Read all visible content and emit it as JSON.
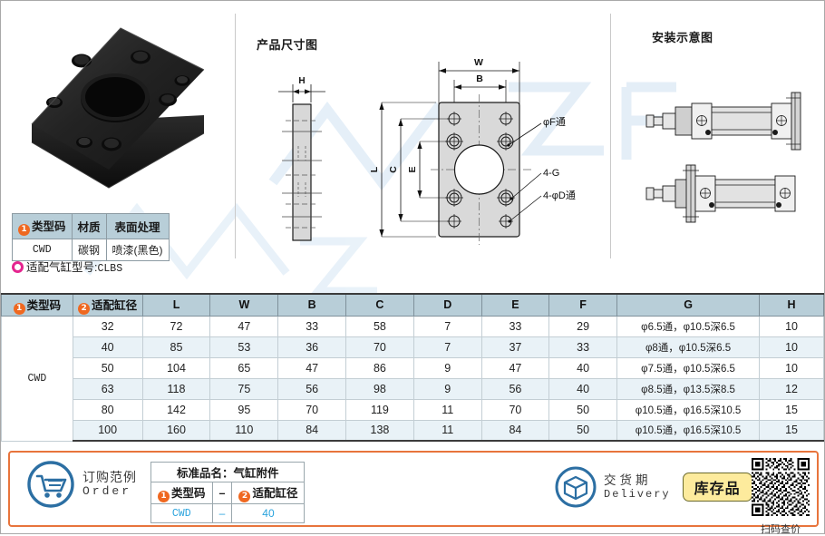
{
  "sections": {
    "dimension_drawing_title": "产品尺寸图",
    "installation_title": "安装示意图"
  },
  "product_photo": {
    "alt": "black flange mounting plate"
  },
  "drawing_labels": {
    "side_view": {
      "H": "H"
    },
    "front_view": {
      "W": "W",
      "B": "B",
      "L": "L",
      "C": "C",
      "E": "E"
    },
    "callouts": {
      "f_through": "φF通",
      "four_g": "4-G",
      "four_d_through": "4-φD通"
    }
  },
  "info_table": {
    "headers": [
      "类型码",
      "材质",
      "表面处理"
    ],
    "row": {
      "type_code": "CWD",
      "material": "碳钢",
      "surface": "喷漆(黑色)"
    },
    "badge_number": "1"
  },
  "fit_note": {
    "label": "适配气缸型号",
    "separator": ":",
    "value": "CLBS"
  },
  "spec_table": {
    "headers": [
      "类型码",
      "适配缸径",
      "L",
      "W",
      "B",
      "C",
      "D",
      "E",
      "F",
      "G",
      "H"
    ],
    "badge_numbers": {
      "type_code": "1",
      "bore": "2"
    },
    "type_code": "CWD",
    "rows": [
      {
        "bore": "32",
        "L": "72",
        "W": "47",
        "B": "33",
        "C": "58",
        "D": "7",
        "E": "33",
        "F": "29",
        "G": "φ6.5通，φ10.5深6.5",
        "H": "10"
      },
      {
        "bore": "40",
        "L": "85",
        "W": "53",
        "B": "36",
        "C": "70",
        "D": "7",
        "E": "37",
        "F": "33",
        "G": "φ8通，φ10.5深6.5",
        "H": "10"
      },
      {
        "bore": "50",
        "L": "104",
        "W": "65",
        "B": "47",
        "C": "86",
        "D": "9",
        "E": "47",
        "F": "40",
        "G": "φ7.5通，φ10.5深6.5",
        "H": "10"
      },
      {
        "bore": "63",
        "L": "118",
        "W": "75",
        "B": "56",
        "C": "98",
        "D": "9",
        "E": "56",
        "F": "40",
        "G": "φ8.5通，φ13.5深8.5",
        "H": "12"
      },
      {
        "bore": "80",
        "L": "142",
        "W": "95",
        "B": "70",
        "C": "119",
        "D": "11",
        "E": "70",
        "F": "50",
        "G": "φ10.5通，φ16.5深10.5",
        "H": "15"
      },
      {
        "bore": "100",
        "L": "160",
        "W": "110",
        "B": "84",
        "C": "138",
        "D": "11",
        "E": "84",
        "F": "50",
        "G": "φ10.5通，φ16.5深10.5",
        "H": "15"
      }
    ]
  },
  "order_panel": {
    "order_cn": "订购范例",
    "order_en": "Order",
    "std_name_label": "标准品名：气缸附件",
    "col1_label": "类型码",
    "col2_label": "适配缸径",
    "col1_badge": "1",
    "col2_badge": "2",
    "separator": "–",
    "example_type_code": "CWD",
    "example_bore": "40",
    "delivery_cn": "交货期",
    "delivery_en": "Delivery",
    "stock_status": "库存品",
    "qr_caption": "扫码查价"
  },
  "colors": {
    "accent_orange": "#ef6820",
    "panel_border": "#e8743c",
    "table_header": "#b8ced8",
    "row_alt": "#e9f2f7",
    "link_blue": "#29a3dd",
    "badge_pink": "#e5258f",
    "stock_yellow": "#fdeb9d"
  }
}
